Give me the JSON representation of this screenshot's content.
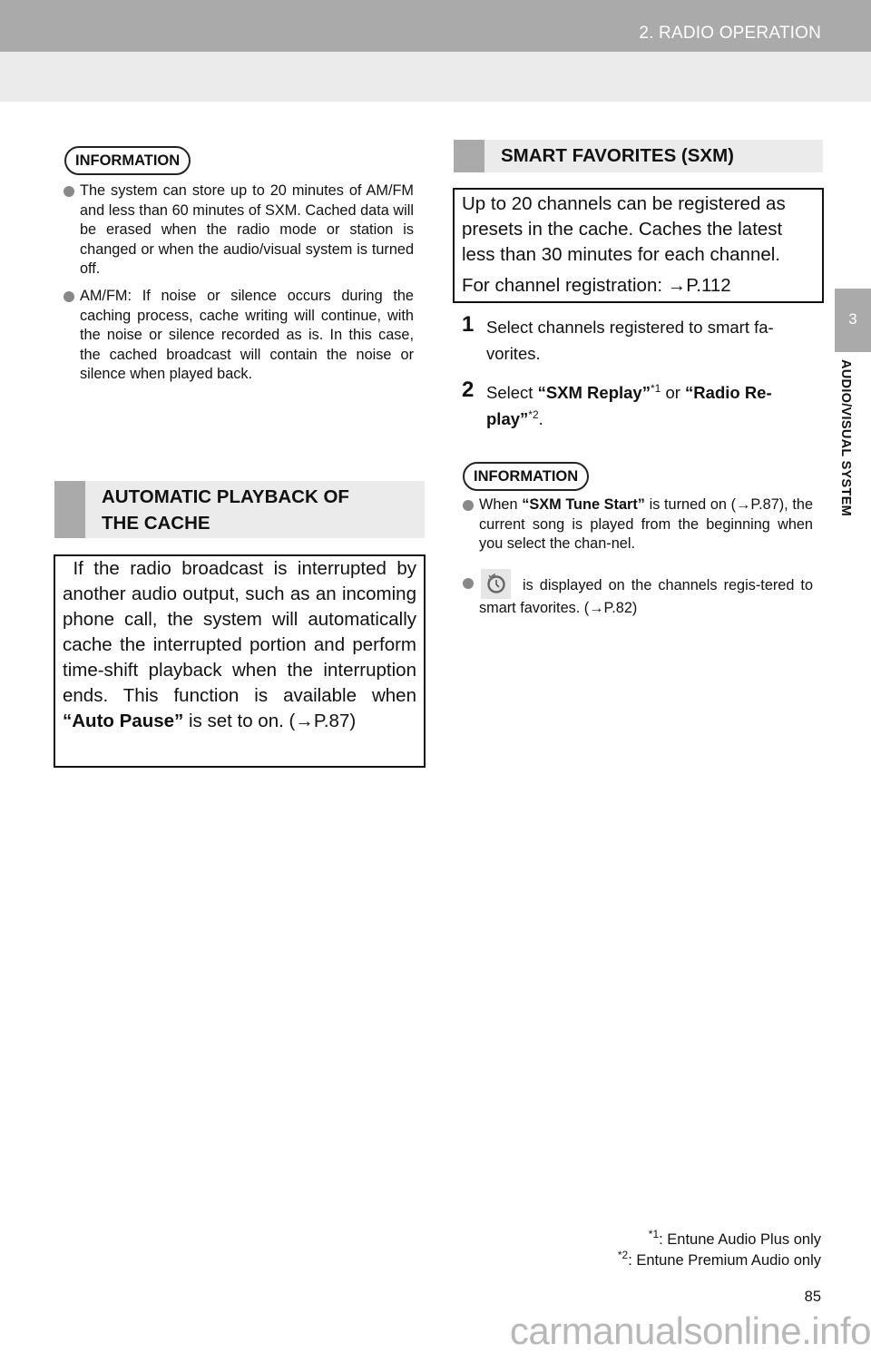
{
  "header": {
    "section_title": "2. RADIO OPERATION"
  },
  "side_tab": {
    "chapter_number": "3",
    "chapter_label": "AUDIO/VISUAL SYSTEM"
  },
  "left_column": {
    "info": {
      "label": "INFORMATION",
      "bullets": [
        "The system can store up to 20 minutes of AM/FM and less than 60 minutes of SXM. Cached data will be erased when the radio mode or station is changed or when the audio/visual system is turned off.",
        "AM/FM: If noise or silence occurs during the caching process, cache writing will continue, with the noise or silence recorded as is. In this case, the cached broadcast will contain the noise or silence when played back."
      ]
    },
    "section": {
      "heading_line1": "AUTOMATIC PLAYBACK OF",
      "heading_line2": "THE CACHE",
      "body_pre": " If the radio broadcast is interrupted by another audio output, such as an incoming phone call, the system will automatically cache the interrupted portion and perform time-shift playback when the interruption ends. This function is available when ",
      "body_bold": "“Auto Pause”",
      "body_post": " is set to on. (→P.87)"
    }
  },
  "right_column": {
    "section": {
      "heading": "SMART FAVORITES (SXM)",
      "body": "Up to 20 channels can be registered as presets in the cache. Caches the latest less than 30 minutes for each channel.",
      "link_text": "For channel registration: →P.112"
    },
    "steps": [
      {
        "number": "1",
        "text": "Select channels registered to smart fa-vorites."
      },
      {
        "number": "2",
        "pre": "Select ",
        "bold1": "“SXM Replay”",
        "sup1": "*1",
        "mid": " or ",
        "bold2": "“Radio Re-play”",
        "sup2": "*2",
        "post": "."
      }
    ],
    "info": {
      "label": "INFORMATION",
      "bullet1_pre": "When ",
      "bullet1_bold": "“SXM Tune Start”",
      "bullet1_post": " is turned on (→P.87), the current song is played from the beginning when you select the chan-nel.",
      "bullet2_icon": "smart-favorites-clock-icon",
      "bullet2_text": "is displayed on the channels regis-tered to smart favorites. (→P.82)"
    }
  },
  "footnotes": {
    "note1_mark": "*1",
    "note1_text": ": Entune Audio Plus only",
    "note2_mark": "*2",
    "note2_text": ": Entune Premium Audio only"
  },
  "page_number": "85",
  "watermark": "carmanualsonline.info"
}
